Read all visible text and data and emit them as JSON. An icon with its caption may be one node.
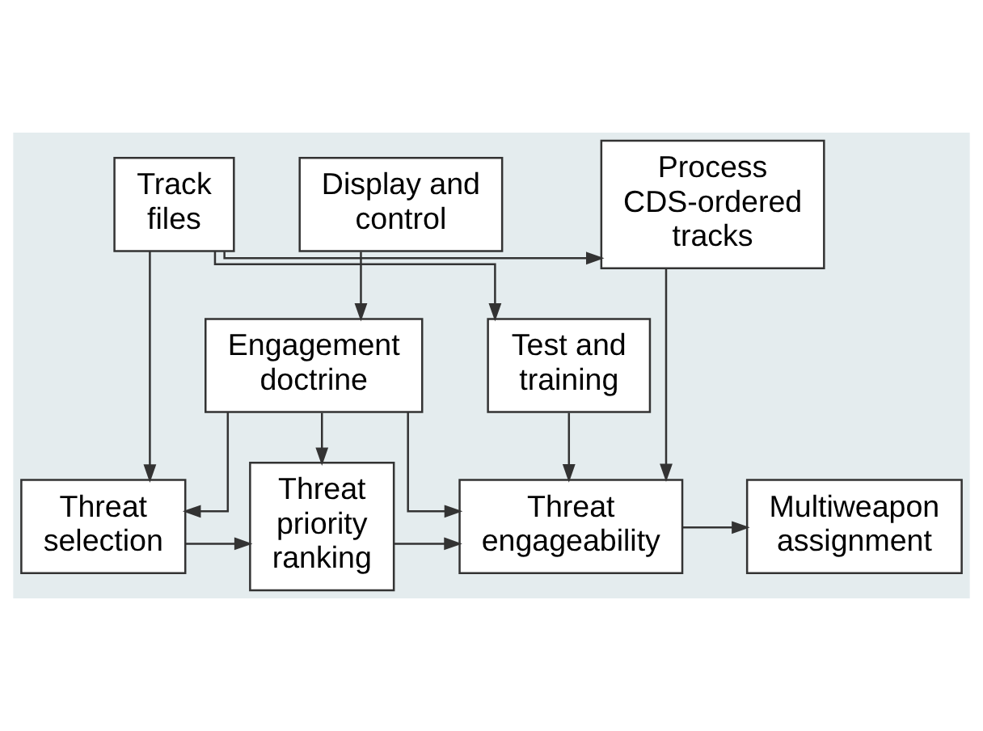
{
  "diagram": {
    "nodes": [
      {
        "text": [
          "Display and control"
        ]
      },
      {
        "text": [
          "Engagement doctrine"
        ]
      },
      {
        "text": [
          "Threat selection"
        ]
      },
      {
        "text": [
          "Threat priority ranking"
        ]
      },
      {
        "text": [
          "Threat engageability"
        ]
      },
      {
        "text": [
          "Multiweapon assignment"
        ]
      },
      {
        "text": [
          "Track files"
        ]
      },
      {
        "text": [
          "Process CDS-ordered tracks"
        ]
      },
      {
        "text": [
          "Test and training"
        ]
      }
    ],
    "edges": [
      {
        "from": 0,
        "to": 1,
        "arrow": "to"
      },
      {
        "from": 1,
        "to": 2,
        "arrow": "to"
      },
      {
        "from": 1,
        "to": 3,
        "arrow": "to"
      },
      {
        "from": 1,
        "to": 4,
        "arrow": "to"
      },
      {
        "from": 2,
        "to": 3,
        "arrow": "to"
      },
      {
        "from": 3,
        "to": 4,
        "arrow": "to"
      },
      {
        "from": 4,
        "to": 5,
        "arrow": "to"
      },
      {
        "from": 6,
        "to": 2,
        "arrow": "to"
      },
      {
        "from": 6,
        "to": 7,
        "arrow": "to"
      },
      {
        "from": 7,
        "to": 4,
        "arrow": "to"
      },
      {
        "from": 6,
        "to": 8,
        "arrow": "to"
      },
      {
        "from": 8,
        "to": 4,
        "arrow": "to"
      }
    ]
  }
}
